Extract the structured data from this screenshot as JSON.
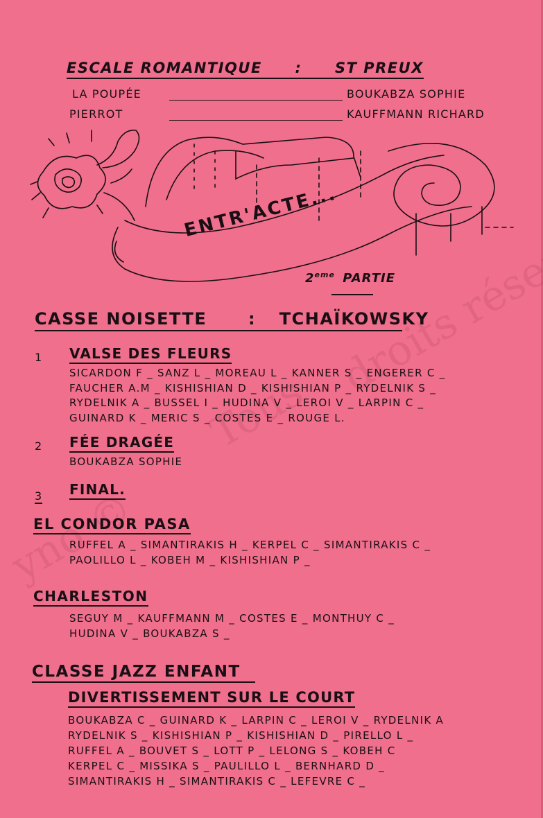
{
  "header": {
    "title": "ESCALE ROMANTIQUE",
    "colon": ":",
    "composer": "ST PREUX",
    "roles": [
      {
        "role": "LA POUPÉE",
        "dancer": "BOUKABZA SOPHIE"
      },
      {
        "role": "PIERROT",
        "dancer": "KAUFFMANN RICHARD"
      }
    ]
  },
  "banner": {
    "text": "ENTR'ACTE...",
    "part": "2eme PARTIE",
    "part_num": "2",
    "part_sup": "eme",
    "part_word": "PARTIE"
  },
  "casse": {
    "title": "CASSE NOISETTE",
    "colon": ":",
    "composer": "TCHAÏKOWSKY",
    "items": [
      {
        "num": "1",
        "title": "VALSE DES FLEURS",
        "lines": [
          "SICARDON F _ SANZ L _ MOREAU L _ KANNER S _ ENGERER C _",
          "FAUCHER A.M _ KISHISHIAN D _ KISHISHIAN P _ RYDELNIK S _",
          "RYDELNIK A _ BUSSEL I _ HUDINA V _ LEROI V _ LARPIN C _",
          "GUINARD K _ MERIC S _ COSTES E _ ROUGE L."
        ]
      },
      {
        "num": "2",
        "title": "FÉE DRAGÉE",
        "lines": [
          "BOUKABZA SOPHIE"
        ]
      },
      {
        "num": "3",
        "title": "FINAL.",
        "lines": []
      }
    ]
  },
  "condor": {
    "title": "EL CONDOR PASA",
    "lines": [
      "RUFFEL A _ SIMANTIRAKIS H _ KERPEL C _ SIMANTIRAKIS C _",
      "PAOLILLO L _ KOBEH M _ KISHISHIAN P _"
    ]
  },
  "charleston": {
    "title": "CHARLESTON",
    "lines": [
      "SEGUY M _ KAUFFMANN M _ COSTES E _ MONTHUY C _",
      "HUDINA V _ BOUKABZA S _"
    ]
  },
  "jazz": {
    "title": "CLASSE JAZZ ENFANT",
    "subtitle": "DIVERTISSEMENT SUR LE COURT",
    "lines": [
      "BOUKABZA C _ GUINARD K _ LARPIN C _ LEROI V _ RYDELNIK A",
      "RYDELNIK S _ KISHISHIAN P _ KISHISHIAN D _ PIRELLO L _",
      "RUFFEL A _ BOUVET S _ LOTT P _ LELONG S _ KOBEH C",
      "KERPEL C _ MISSIKA S _ PAULILLO L _ BERNHARD D _",
      "SIMANTIRAKIS H _ SIMANTIRAKIS C _ LEFEVRE C _"
    ]
  },
  "watermark": {
    "line1": "droits réservés",
    "line2": "Tous",
    "line3": "yno ©"
  }
}
